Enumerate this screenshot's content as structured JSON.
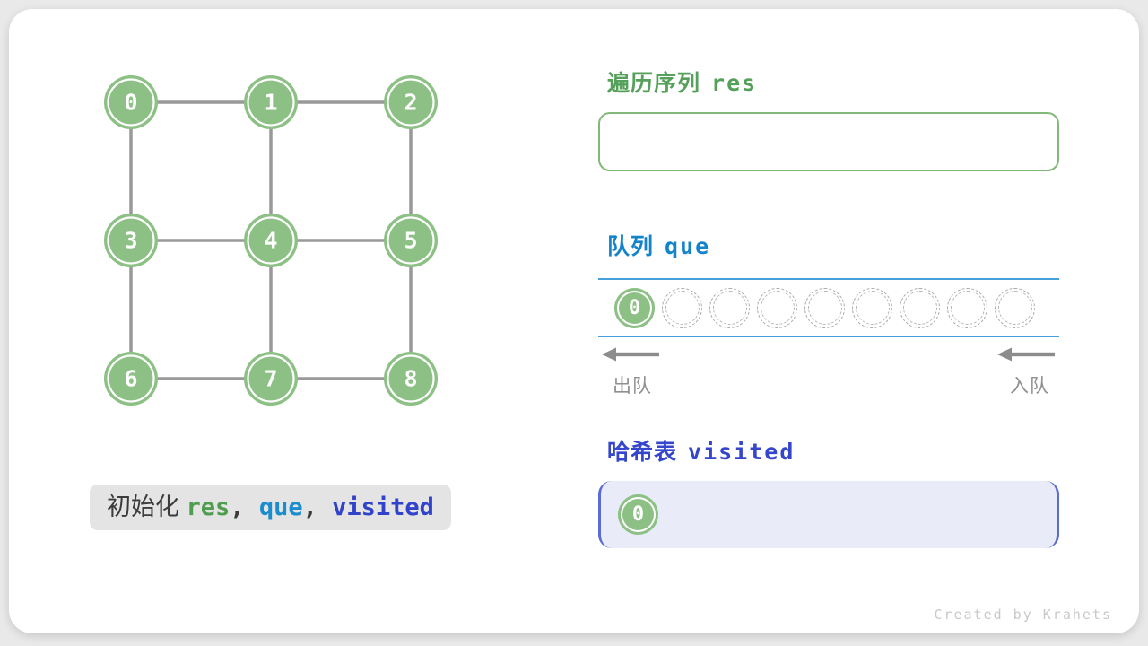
{
  "colors": {
    "bg": "#e9e9e9",
    "card": "#ffffff",
    "green": "#8cc084",
    "green_dark": "#55a05a",
    "green_border": "#82b878",
    "edge_gray": "#999999",
    "blue_title": "#1384c9",
    "blue_line": "#469fd9",
    "indigo_title": "#3546cc",
    "indigo_border": "#5b6bd5",
    "indigo_fill": "#e9ecf8",
    "gray_text": "#8f8f8f",
    "arrow_gray": "#8c8c8c",
    "caption_bg": "#e4e4e4",
    "caption_text": "#3c3c3c",
    "code_green": "#4f9d4f",
    "code_blue": "#1b8ccc",
    "code_indigo": "#3243cb",
    "credit_gray": "#c9c9c9"
  },
  "graph": {
    "nodes": [
      {
        "label": "0",
        "row": 0,
        "col": 0
      },
      {
        "label": "1",
        "row": 0,
        "col": 1
      },
      {
        "label": "2",
        "row": 0,
        "col": 2
      },
      {
        "label": "3",
        "row": 1,
        "col": 0
      },
      {
        "label": "4",
        "row": 1,
        "col": 1
      },
      {
        "label": "5",
        "row": 1,
        "col": 2
      },
      {
        "label": "6",
        "row": 2,
        "col": 0
      },
      {
        "label": "7",
        "row": 2,
        "col": 1
      },
      {
        "label": "8",
        "row": 2,
        "col": 2
      }
    ],
    "edges": [
      [
        0,
        1
      ],
      [
        1,
        2
      ],
      [
        3,
        4
      ],
      [
        4,
        5
      ],
      [
        6,
        7
      ],
      [
        7,
        8
      ],
      [
        0,
        3
      ],
      [
        3,
        6
      ],
      [
        1,
        4
      ],
      [
        4,
        7
      ],
      [
        2,
        5
      ],
      [
        5,
        8
      ]
    ]
  },
  "caption": {
    "segments": [
      {
        "text": "初始化 ",
        "style": "plain"
      },
      {
        "text": "res",
        "style": "green"
      },
      {
        "text": ", ",
        "style": "code"
      },
      {
        "text": "que",
        "style": "blue"
      },
      {
        "text": ", ",
        "style": "code"
      },
      {
        "text": "visited",
        "style": "indigo"
      }
    ]
  },
  "sections": {
    "res": {
      "title_zh": "遍历序列",
      "title_code": "res",
      "items": []
    },
    "que": {
      "title_zh": "队列",
      "title_code": "que",
      "capacity": 9,
      "items": [
        "0"
      ],
      "dequeue_label": "出队",
      "enqueue_label": "入队"
    },
    "visited": {
      "title_zh": "哈希表",
      "title_code": "visited",
      "items": [
        "0"
      ]
    }
  },
  "footer": {
    "credit": "Created by Krahets"
  }
}
